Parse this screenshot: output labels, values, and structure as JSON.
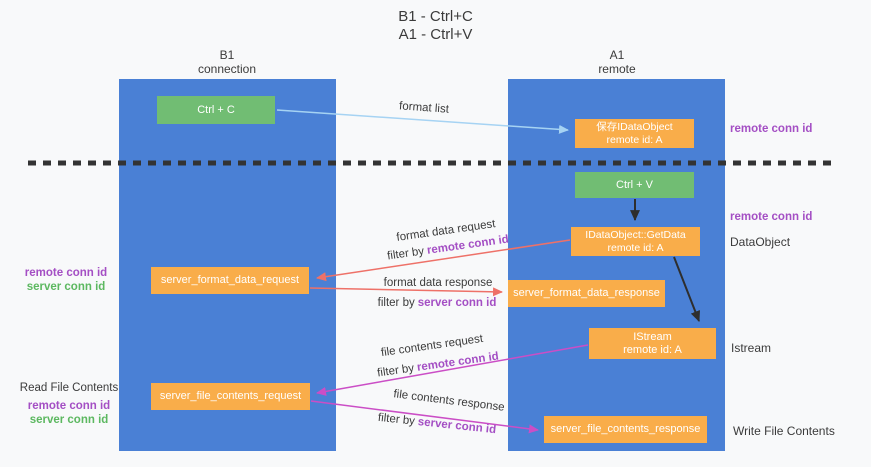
{
  "title": {
    "line1": "B1 - Ctrl+C",
    "line2": "A1 - Ctrl+V"
  },
  "columns": {
    "left": {
      "name": "B1",
      "role": "connection"
    },
    "right": {
      "name": "A1",
      "role": "remote"
    }
  },
  "boxes": {
    "ctrl_c": {
      "label": "Ctrl + C"
    },
    "saved_dataobject": {
      "line1": "保存IDataObject",
      "line2": "remote id: A"
    },
    "ctrl_v": {
      "label": "Ctrl + V"
    },
    "getdata": {
      "line1": "IDataObject::GetData",
      "line2": "remote id: A"
    },
    "format_request": {
      "label": "server_format_data_request"
    },
    "format_response": {
      "label": "server_format_data_response"
    },
    "istream": {
      "line1": "IStream",
      "line2": "remote id: A"
    },
    "file_request": {
      "label": "server_file_contents_request"
    },
    "file_response": {
      "label": "server_file_contents_response"
    }
  },
  "arrow_labels": {
    "format_list": "format list",
    "format_data_request": "format data request",
    "format_data_response": "format data response",
    "file_contents_request": "file contents request",
    "file_contents_response": "file contents response",
    "filter_by": "filter by",
    "remote_conn_id": "remote conn id",
    "server_conn_id": "server conn id"
  },
  "side_labels": {
    "left_mid": {
      "remote": "remote conn id",
      "server": "server conn id"
    },
    "left_bottom": {
      "title": "Read File Contents",
      "remote": "remote conn id",
      "server": "server conn id"
    },
    "right": {
      "top_remote": "remote conn id",
      "mid_remote": "remote conn id",
      "dataobject": "DataObject",
      "istream": "Istream",
      "write": "Write File Contents"
    }
  },
  "colors": {
    "bg": "#f8f9fa",
    "column_blue": "#4a80d5",
    "box_orange": "#f9ad4a",
    "box_green": "#71bd73",
    "arrow_lightblue": "#a6d3f3",
    "arrow_salmon": "#ee7168",
    "arrow_magenta": "#cb4ec6",
    "arrow_black": "#2e2e2e",
    "divider": "#333333",
    "text_purple": "#a44fc4",
    "text_green": "#5cb860",
    "text_dark": "#3b3b3b"
  }
}
